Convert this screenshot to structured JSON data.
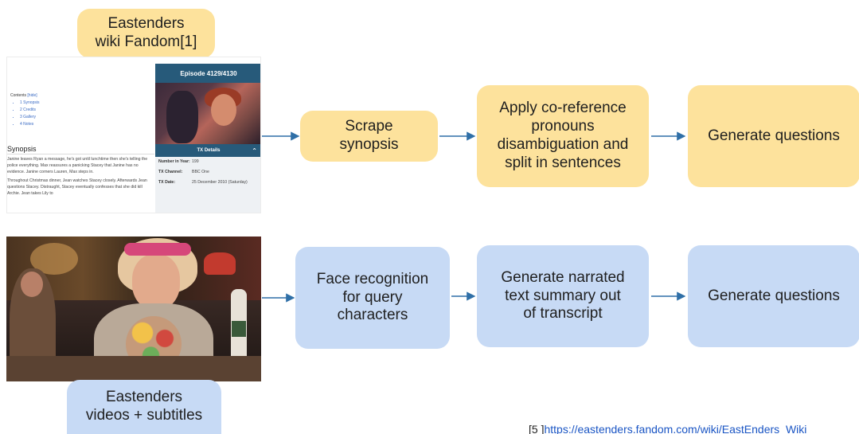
{
  "top_row": {
    "source_label": "Eastenders\nwiki Fandom[1]",
    "step1": "Scrape\nsynopsis",
    "step2": "Apply co-reference\npronouns\ndisambiguation and\nsplit in sentences",
    "step3": "Generate questions"
  },
  "bottom_row": {
    "source_label": "Eastenders\nvideos + subtitles",
    "step1": "Face recognition\nfor query\ncharacters",
    "step2": "Generate narrated\ntext summary out\nof transcript",
    "step3": "Generate questions"
  },
  "wiki_page": {
    "toc_title": "Contents",
    "toc_hide": "[hide]",
    "toc_items": [
      "1 Synopsis",
      "2 Credits",
      "3 Gallery",
      "4 Notes"
    ],
    "synopsis_heading": "Synopsis",
    "synopsis_p1": "Janine leaves Ryan a message, he's got until lunchtime then she's telling the police everything. Max reassures a panicking Stacey that Janine has no evidence. Janine corners Lauren, Max steps in.",
    "synopsis_p2": "Throughout Christmas dinner, Jean watches Stacey closely. Afterwards Jean questions Stacey. Distraught, Stacey eventually confesses that she did kill Archie. Jean takes Lily to",
    "episode_header": "Episode 4129/4130",
    "tx_header": "TX Details",
    "tx_rows": [
      {
        "key": "Number in Year:",
        "value": "199"
      },
      {
        "key": "TX Channel:",
        "value": "BBC One"
      },
      {
        "key": "TX Date:",
        "value": "25 December 2010 (Saturday)"
      }
    ]
  },
  "footnote": {
    "prefix": "[5 ]",
    "link": "https://eastenders.fandom.com/wiki/EastEnders_Wiki"
  },
  "colors": {
    "yellow_box": "#fde29c",
    "blue_box": "#c7daf5",
    "arrow": "#2f6fa7"
  }
}
